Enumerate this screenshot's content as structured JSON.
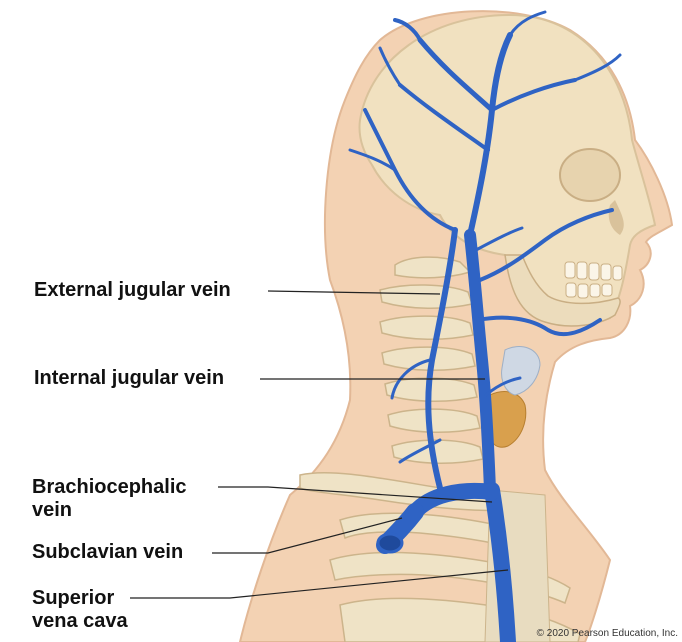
{
  "labels": {
    "external_jugular": "External jugular vein",
    "internal_jugular": "Internal jugular vein",
    "brachiocephalic_line1": "Brachiocephalic",
    "brachiocephalic_line2": "vein",
    "subclavian": "Subclavian vein",
    "superior_vena_cava_line1": "Superior",
    "superior_vena_cava_line2": "vena cava"
  },
  "copyright": "© 2020 Pearson Education, Inc.",
  "colors": {
    "vein": "#2f63c4",
    "vein_dark": "#1f4a9c",
    "skin": "#f3d2b3",
    "bone": "#efe3c6",
    "thyroid": "#d9a04d",
    "leader_line": "#222222"
  }
}
